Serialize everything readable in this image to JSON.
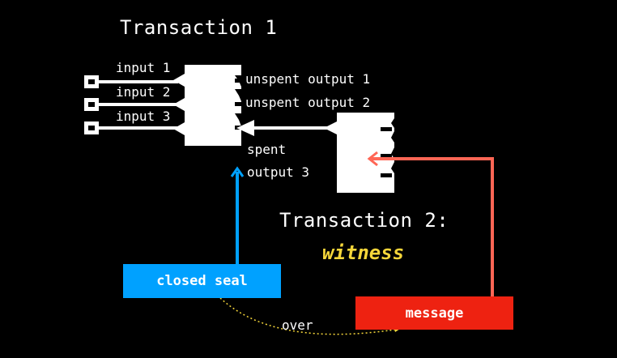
{
  "tx1": {
    "title": "Transaction 1",
    "inputs": [
      "input 1",
      "input 2",
      "input 3"
    ],
    "outputs": [
      "unspent output 1",
      "unspent output 2"
    ],
    "spent_output": [
      "spent",
      "output 3"
    ]
  },
  "tx2": {
    "title": "Transaction 2:",
    "subtitle": "witness"
  },
  "seal": {
    "label": "closed seal",
    "color": "#00a1ff"
  },
  "message": {
    "label": "message",
    "color": "#ee2211"
  },
  "relation": {
    "label": "over"
  },
  "colors": {
    "witness": "#f5d63a",
    "arrow_red": "#ff6655",
    "arrow_blue": "#00a1ff",
    "dotted": "#f5d63a"
  }
}
